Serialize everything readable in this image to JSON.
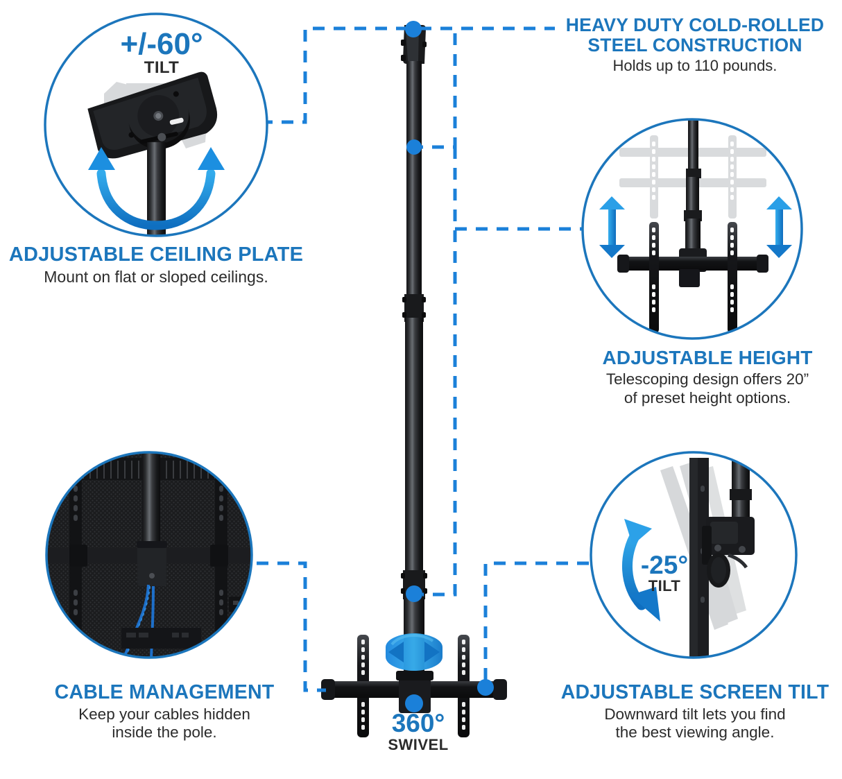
{
  "theme": {
    "background": "#ffffff",
    "heading_blue": "#1C76BC",
    "accent_blue": "#1B80D9",
    "arrow_blue_light": "#2FA7EA",
    "arrow_blue_dark": "#1277C6",
    "body_text": "#2B2B2B",
    "hardware_black": "#1E1E20",
    "ghost_gray": "#D9DBDD"
  },
  "product": {
    "type": "ceiling-tv-mount-infographic",
    "center_graphic": "telescoping ceiling pole with tilt head and TV mounting bracket"
  },
  "callouts": [
    {
      "id": "adjustable-ceiling-plate",
      "position": "top-left",
      "title": "ADJUSTABLE CEILING PLATE",
      "subtitle": "Mount on flat or sloped ceilings.",
      "badge": {
        "value": "+/-60°",
        "label": "TILT"
      },
      "circle_image": "ceiling plate bracket with double-headed tilt arrow"
    },
    {
      "id": "heavy-duty-steel",
      "position": "top-right",
      "title": "HEAVY DUTY COLD-ROLLED\nSTEEL CONSTRUCTION",
      "subtitle": "Holds up to 110 pounds.",
      "badge": null,
      "circle_image": null
    },
    {
      "id": "adjustable-height",
      "position": "middle-right",
      "title": "ADJUSTABLE HEIGHT",
      "subtitle": "Telescoping design offers 20”\nof preset height options.",
      "badge": null,
      "circle_image": "TV bracket at three heights with up-down arrows"
    },
    {
      "id": "cable-management",
      "position": "bottom-left",
      "title": "CABLE MANAGEMENT",
      "subtitle": "Keep your cables hidden\ninside the pole.",
      "badge": null,
      "circle_image": "rear of TV showing blue cables routed into the pole"
    },
    {
      "id": "adjustable-screen-tilt",
      "position": "bottom-right",
      "title": "ADJUSTABLE SCREEN TILT",
      "subtitle": "Downward tilt lets you find\nthe best viewing angle.",
      "badge": {
        "value": "-25°",
        "label": "TILT"
      },
      "circle_image": "tilt head assembly with curved downward arrow"
    }
  ],
  "center_labels": {
    "swivel_degrees": "360°",
    "swivel_word": "SWIVEL"
  }
}
